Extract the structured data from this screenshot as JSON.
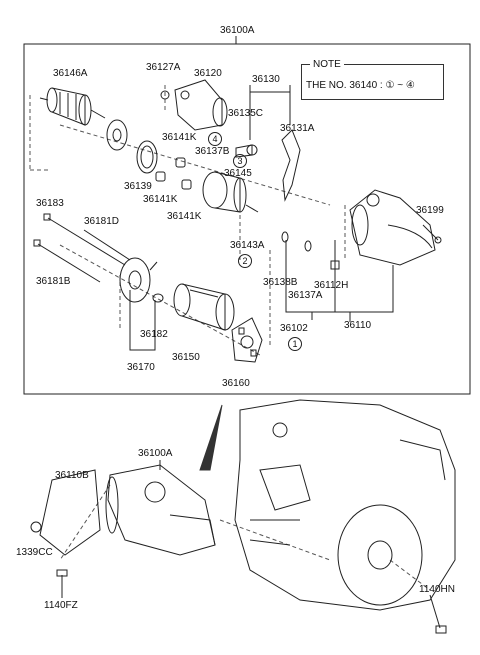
{
  "diagram": {
    "assembly_number": "36100A",
    "note": {
      "title": "NOTE",
      "text": "THE NO. 36140 : ① ~ ④"
    },
    "top_labels": {
      "p36146A": "36146A",
      "p36127A": "36127A",
      "p36120": "36120",
      "p36130": "36130",
      "p36135C": "36135C",
      "p36131A": "36131A",
      "p36141K_a": "36141K",
      "p36137B": "36137B",
      "p36139": "36139",
      "p36141K_b": "36141K",
      "p36145": "36145",
      "p36141K_c": "36141K",
      "p36183": "36183",
      "p36181D": "36181D",
      "p36143A": "36143A",
      "p36199": "36199",
      "p36181B": "36181B",
      "p36138B": "36138B",
      "p36137A": "36137A",
      "p36112H": "36112H",
      "p36182": "36182",
      "p36102": "36102",
      "p36110": "36110",
      "p36150": "36150",
      "p36170": "36170",
      "p36160": "36160"
    },
    "circled": {
      "c4": "4",
      "c3": "3",
      "c2": "2",
      "c1": "1"
    },
    "bottom_labels": {
      "p36100A": "36100A",
      "p36110B": "36110B",
      "p1339CC": "1339CC",
      "p1140FZ": "1140FZ",
      "p1140HN": "1140HN"
    }
  }
}
